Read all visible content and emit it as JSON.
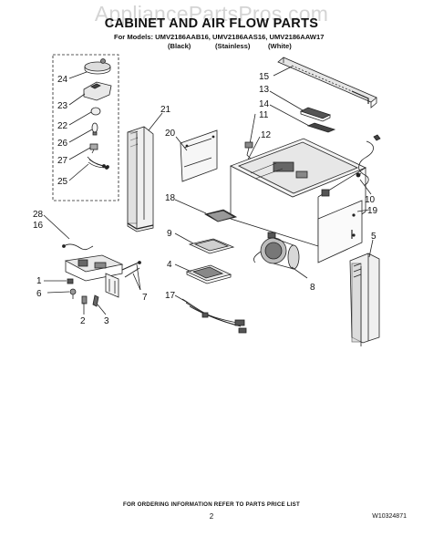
{
  "watermark": "AppliancePartsPros.com",
  "title": "CABINET AND AIR FLOW PARTS",
  "models_line": "For Models: UMV2186AAB16, UMV2186AAS16, UMV2186AAW17",
  "finishes": [
    "(Black)",
    "(Stainless)",
    "(White)"
  ],
  "callouts": {
    "c1": "1",
    "c2": "2",
    "c3": "3",
    "c4": "4",
    "c5": "5",
    "c6": "6",
    "c7": "7",
    "c8": "8",
    "c9": "9",
    "c10": "10",
    "c11": "11",
    "c12": "12",
    "c13": "13",
    "c14": "14",
    "c15": "15",
    "c16": "16",
    "c17": "17",
    "c18": "18",
    "c19": "19",
    "c20": "20",
    "c21": "21",
    "c22": "22",
    "c23": "23",
    "c24": "24",
    "c25": "25",
    "c26": "26",
    "c27": "27",
    "c28": "28"
  },
  "footer": "FOR ORDERING INFORMATION REFER TO PARTS PRICE LIST",
  "page_number": "2",
  "doc_number": "W10324871"
}
